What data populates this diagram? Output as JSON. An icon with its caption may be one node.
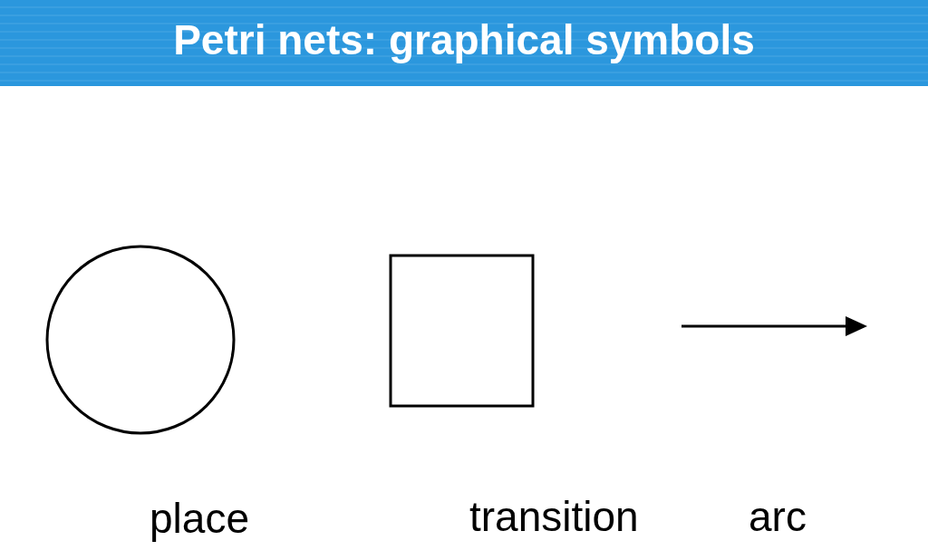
{
  "diagram": {
    "title": "Petri nets: graphical symbols",
    "nodes": [
      {
        "text": [],
        "shape": "circle",
        "beside": [
          "place"
        ]
      },
      {
        "text": [],
        "shape": "box",
        "beside": [
          "transition"
        ]
      }
    ],
    "labels": [
      "arc"
    ]
  }
}
